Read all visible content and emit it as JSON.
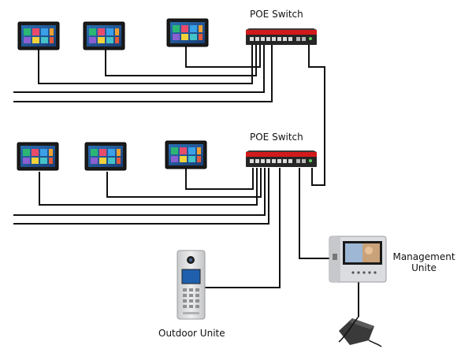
{
  "labels": {
    "poe_switch_top": "POE Switch",
    "poe_switch_bottom": "POE Switch",
    "management_line1": "Management",
    "management_line2": "Unite",
    "outdoor": "Outdoor Unite"
  },
  "colors": {
    "wire": "#111111",
    "switch_body": "#2a2a2a",
    "switch_stripe": "#d01818",
    "monitor_bezel": "#1c1c1c",
    "panel_silver": "#d9dadc"
  }
}
